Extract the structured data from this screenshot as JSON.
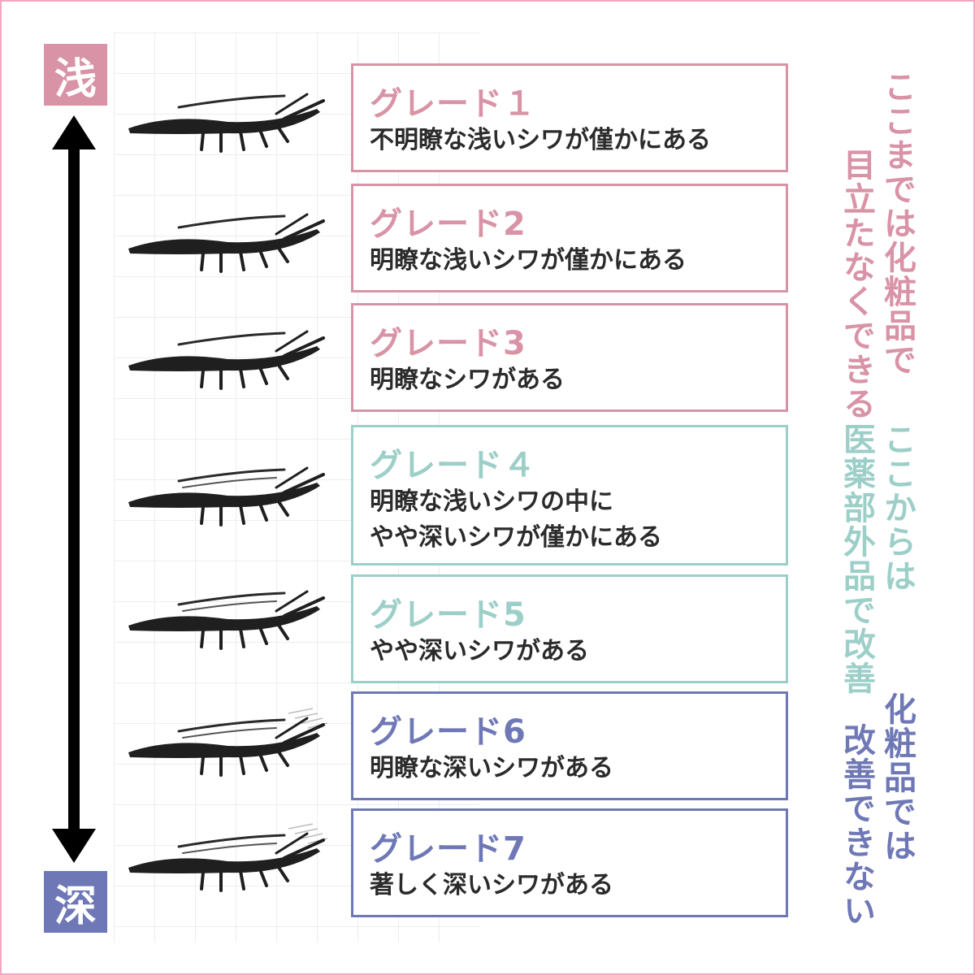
{
  "colors": {
    "pink": "#d993a6",
    "teal": "#9ccfc8",
    "blue": "#6f78b6",
    "frame": "#f4a6c2"
  },
  "scale": {
    "top": "浅",
    "bottom": "深"
  },
  "grades": [
    {
      "title": "グレード１",
      "desc": "不明瞭な浅いシワが僅かにある",
      "color": "pink"
    },
    {
      "title": "グレード2",
      "desc": "明瞭な浅いシワが僅かにある",
      "color": "pink"
    },
    {
      "title": "グレード3",
      "desc": "明瞭なシワがある",
      "color": "pink"
    },
    {
      "title": "グレード４",
      "desc": "明瞭な浅いシワの中に\nやや深いシワが僅かにある",
      "color": "teal"
    },
    {
      "title": "グレード5",
      "desc": "やや深いシワがある",
      "color": "teal"
    },
    {
      "title": "グレード6",
      "desc": "明瞭な深いシワがある",
      "color": "blue"
    },
    {
      "title": "グレード7",
      "desc": "著しく深いシワがある",
      "color": "blue"
    }
  ],
  "notes": {
    "cosmetic_ok": {
      "col1": "ここまでは化粧品で",
      "col2": "目立たなくできる"
    },
    "quasi_drug": {
      "col1": "ここからは",
      "col2": "医薬部外品で改善"
    },
    "not_cosmetic": {
      "col1": "化粧品では",
      "col2": "改善できない"
    }
  }
}
